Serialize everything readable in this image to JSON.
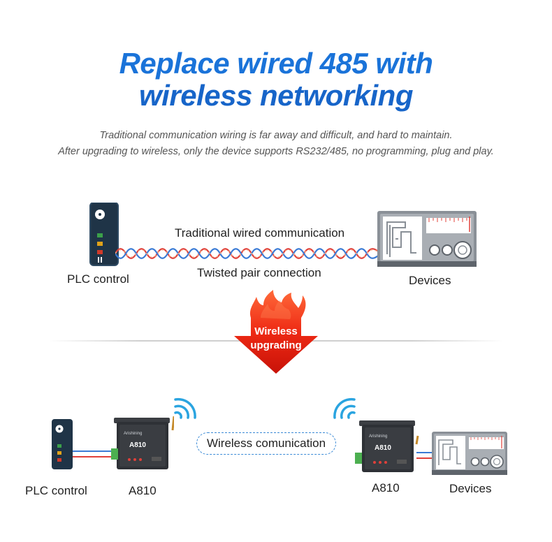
{
  "header": {
    "title_line1": "Replace wired 485 with",
    "title_line2": "wireless networking",
    "subtitle_line1": "Traditional communication wiring is far away and difficult, and hard to maintain.",
    "subtitle_line2": "After upgrading to wireless, only the device supports RS232/485, no programming, plug and play."
  },
  "wired": {
    "top_label": "Traditional wired communication",
    "bottom_label": "Twisted pair connection",
    "plc_label": "PLC control",
    "devices_label": "Devices"
  },
  "badge": {
    "line1": "Wireless",
    "line2": "upgrading"
  },
  "wireless": {
    "plc_label": "PLC control",
    "module_left_label": "A810",
    "link_label": "Wireless comunication",
    "module_right_label": "A810",
    "devices_label": "Devices",
    "module_brand": "Arishining",
    "module_model": "A810"
  },
  "colors": {
    "title_blue": "#1a73d9",
    "wire_red": "#e0403a",
    "wire_blue": "#3a7bd5",
    "flame_red": "#e81a10",
    "signal_blue": "#2aa4e0"
  }
}
